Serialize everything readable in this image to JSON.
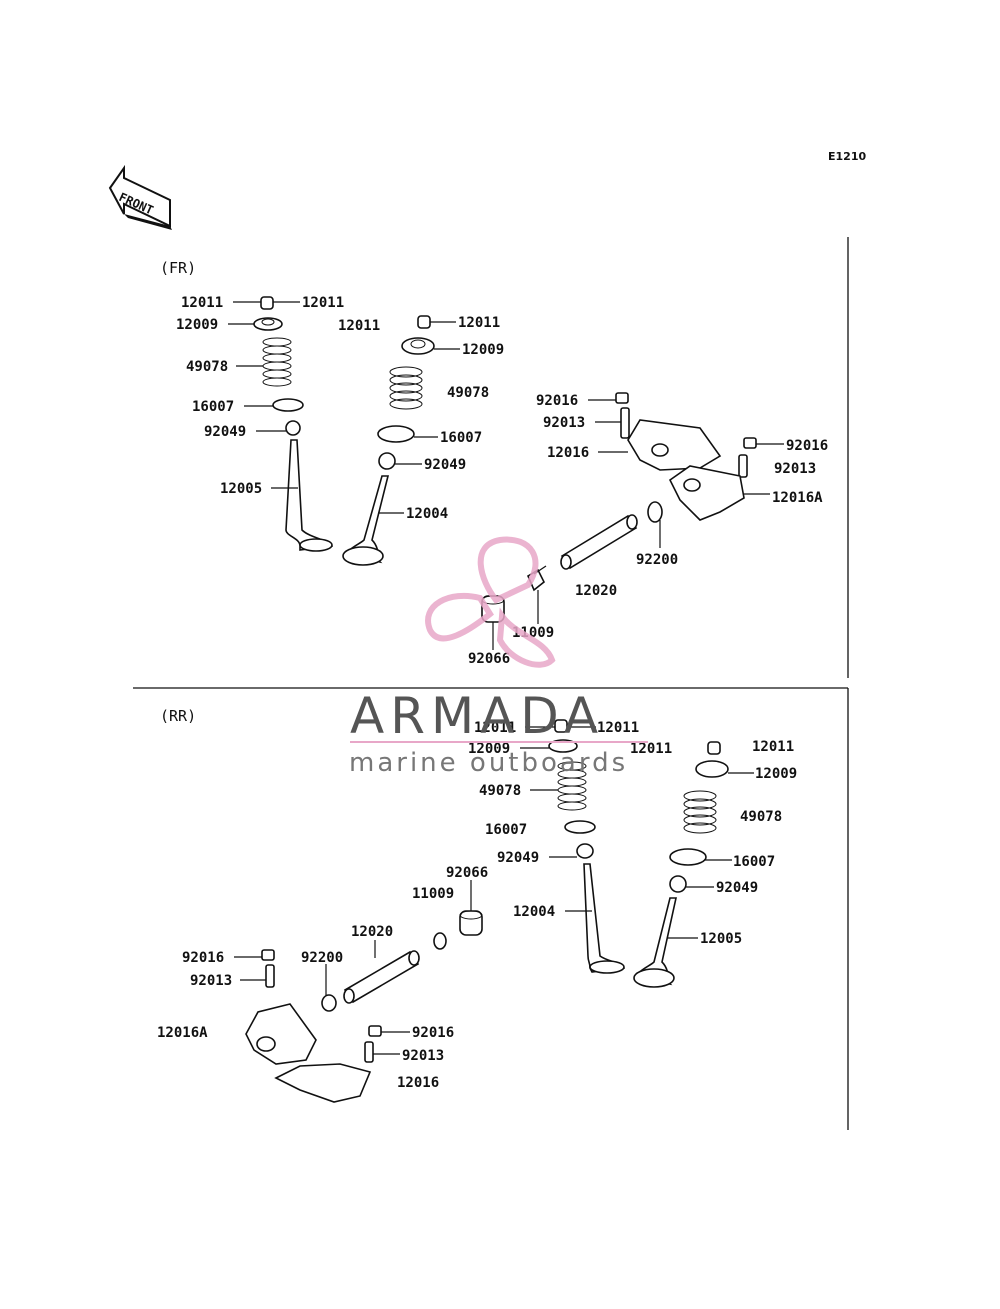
{
  "diagram_code": "E1210",
  "front_arrow_text": "FRONT",
  "sections": {
    "front": "(FR)",
    "rear": "(RR)"
  },
  "watermark": {
    "brand": "ARMADA",
    "tagline": "marine outboards",
    "accent_color": "#e8a7c8",
    "text_color": "#555555"
  },
  "labels": {
    "fr": {
      "a": "12011",
      "b": "12011",
      "c": "12009",
      "d": "49078",
      "e": "16007",
      "f": "92049",
      "g": "12005",
      "h": "12011",
      "i": "12011",
      "j": "12009",
      "k": "49078",
      "l": "16007",
      "m": "92049",
      "n": "12004",
      "o": "92016",
      "p": "92013",
      "q": "12016",
      "r": "92016",
      "s": "92013",
      "t": "12016A",
      "u": "92200",
      "v": "12020",
      "w": "11009",
      "x": "92066"
    },
    "rr": {
      "a": "12011",
      "b": "12011",
      "c": "12009",
      "d": "49078",
      "e": "16007",
      "f": "92049",
      "g": "12004",
      "h": "12011",
      "i": "12011",
      "j": "12009",
      "k": "49078",
      "l": "16007",
      "m": "92049",
      "n": "12005",
      "o": "92066",
      "p": "11009",
      "q": "12020",
      "r": "92200",
      "s": "92016",
      "t": "92013",
      "u": "12016A",
      "v": "92016",
      "w": "92013",
      "x": "12016"
    }
  }
}
